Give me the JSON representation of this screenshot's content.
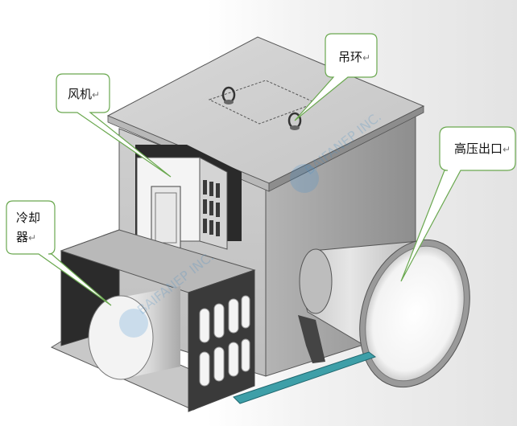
{
  "callouts": {
    "lifting_ring": "吊环",
    "fan": "风机",
    "cooler_line1": "冷却",
    "cooler_line2": "器",
    "high_pressure_outlet": "高压出口"
  },
  "return_mark": "↵",
  "watermark": {
    "text": "BAIFANEP INC."
  },
  "colors": {
    "callout_fill": "#ffffff",
    "callout_stroke": "#6aa84f",
    "housing_light": "#d2d2d2",
    "housing_dark": "#9d9d9d",
    "base_rail": "#3e9fa8"
  }
}
